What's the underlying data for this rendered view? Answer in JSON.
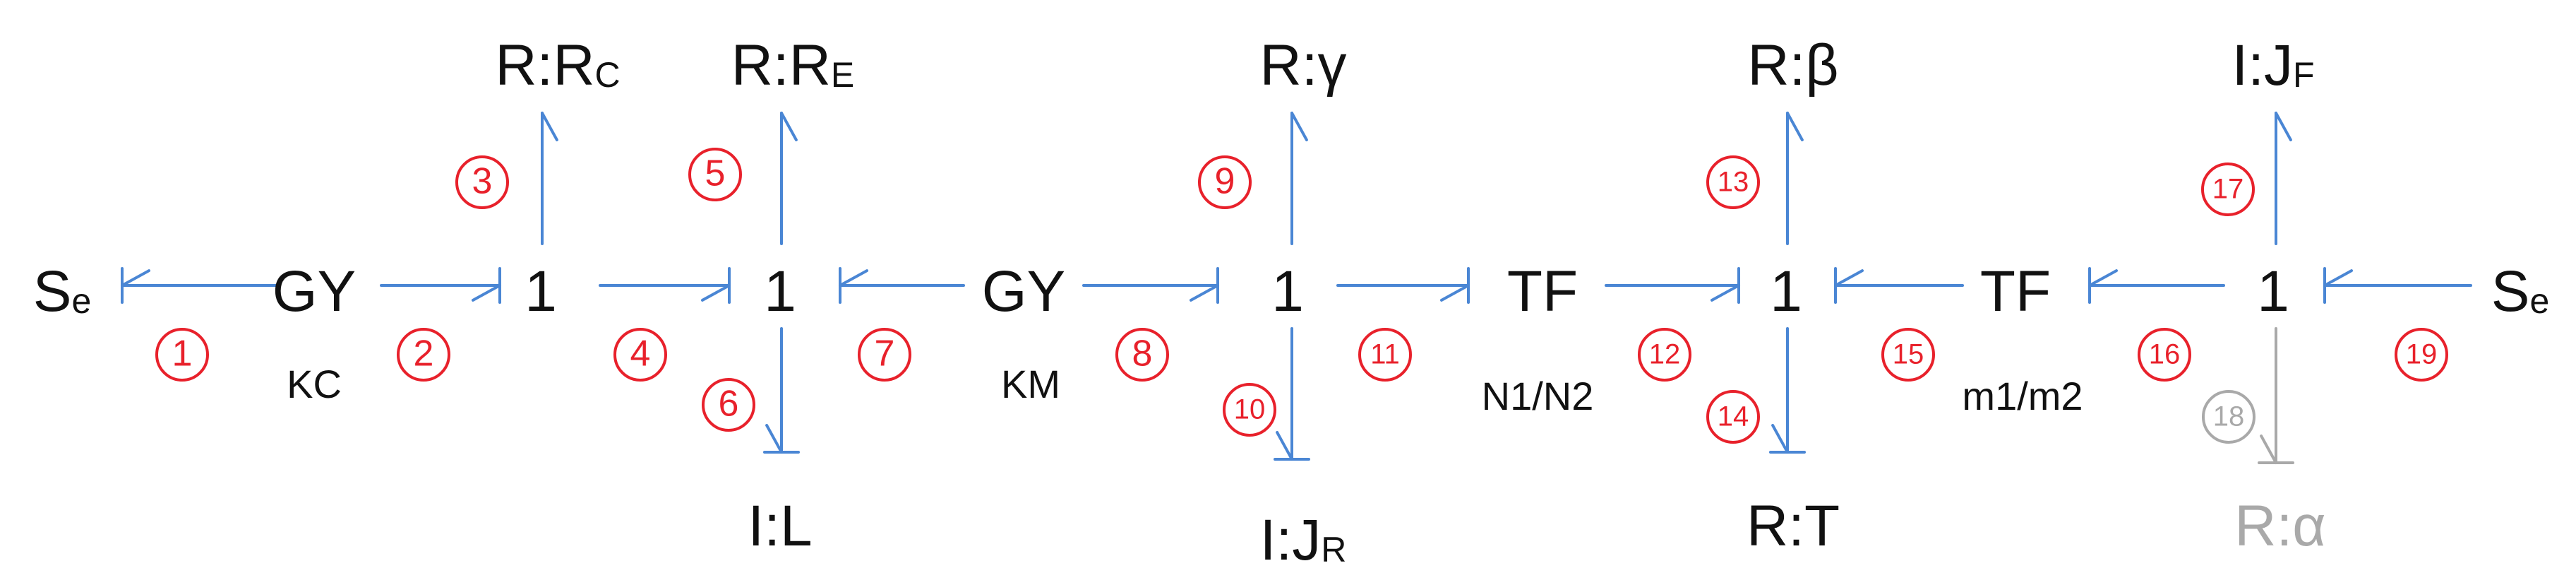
{
  "colors": {
    "bond": "#4a86d4",
    "number": "#e8212b",
    "text": "#111111",
    "inactive": "#a9a9a9"
  },
  "elements": {
    "se_left": {
      "main": "S",
      "sub": "e"
    },
    "gy_1": {
      "main": "GY",
      "sub": ""
    },
    "j1_a": {
      "main": "1",
      "sub": ""
    },
    "j1_b": {
      "main": "1",
      "sub": ""
    },
    "gy_2": {
      "main": "GY",
      "sub": ""
    },
    "j1_c": {
      "main": "1",
      "sub": ""
    },
    "tf_1": {
      "main": "TF",
      "sub": ""
    },
    "j1_d": {
      "main": "1",
      "sub": ""
    },
    "tf_2": {
      "main": "TF",
      "sub": ""
    },
    "j1_e": {
      "main": "1",
      "sub": ""
    },
    "se_right": {
      "main": "S",
      "sub": "e"
    },
    "r_rc": {
      "main": "R:R",
      "sub": "C"
    },
    "r_re": {
      "main": "R:R",
      "sub": "E"
    },
    "r_gamma": {
      "main": "R:γ",
      "sub": ""
    },
    "r_beta": {
      "main": "R:β",
      "sub": ""
    },
    "i_jf": {
      "main": "I:J",
      "sub": "F"
    },
    "i_l": {
      "main": "I:L",
      "sub": ""
    },
    "i_jr": {
      "main": "I:J",
      "sub": "R"
    },
    "r_t": {
      "main": "R:T",
      "sub": ""
    },
    "r_alpha": {
      "main": "R:α",
      "sub": ""
    }
  },
  "params": {
    "kc": "KC",
    "km": "KM",
    "n_ratio": "N1/N2",
    "m_ratio": "m1/m2"
  },
  "bond_numbers": [
    "1",
    "2",
    "3",
    "4",
    "5",
    "6",
    "7",
    "8",
    "9",
    "10",
    "11",
    "12",
    "13",
    "14",
    "15",
    "16",
    "17",
    "18",
    "19"
  ]
}
